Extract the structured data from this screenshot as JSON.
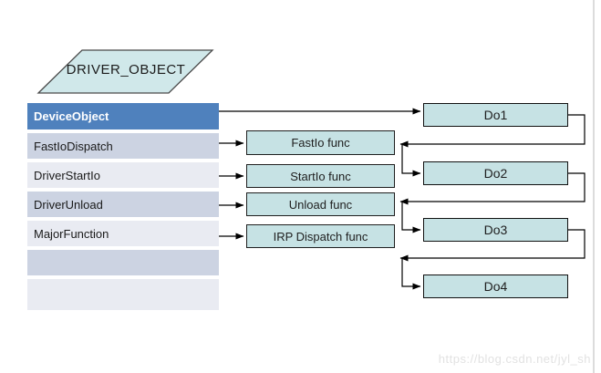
{
  "watermark": "https://blog.csdn.net/jyl_sh",
  "diagram": {
    "shape_title": "DRIVER_OBJECT",
    "struct_table": {
      "header": "DeviceObject",
      "rows": [
        "FastIoDispatch",
        "DriverStartIo",
        "DriverUnload",
        "MajorFunction",
        "",
        ""
      ]
    },
    "func_boxes": [
      {
        "label": "FastIo func"
      },
      {
        "label": "StartIo func"
      },
      {
        "label": "Unload func"
      },
      {
        "label": "IRP Dispatch func"
      }
    ],
    "device_object_boxes": [
      {
        "label": "Do1"
      },
      {
        "label": "Do2"
      },
      {
        "label": "Do3"
      },
      {
        "label": "Do4"
      }
    ],
    "colors": {
      "table_header_bg": "#4f81bd",
      "table_row_dark": "#ccd3e2",
      "table_row_light": "#e9ebf2",
      "shape_fill": "#c6e2e4",
      "parallelogram_fill": "#d0e8ea",
      "connector": "#000000",
      "watermark_text": "#e2e2e2"
    }
  }
}
